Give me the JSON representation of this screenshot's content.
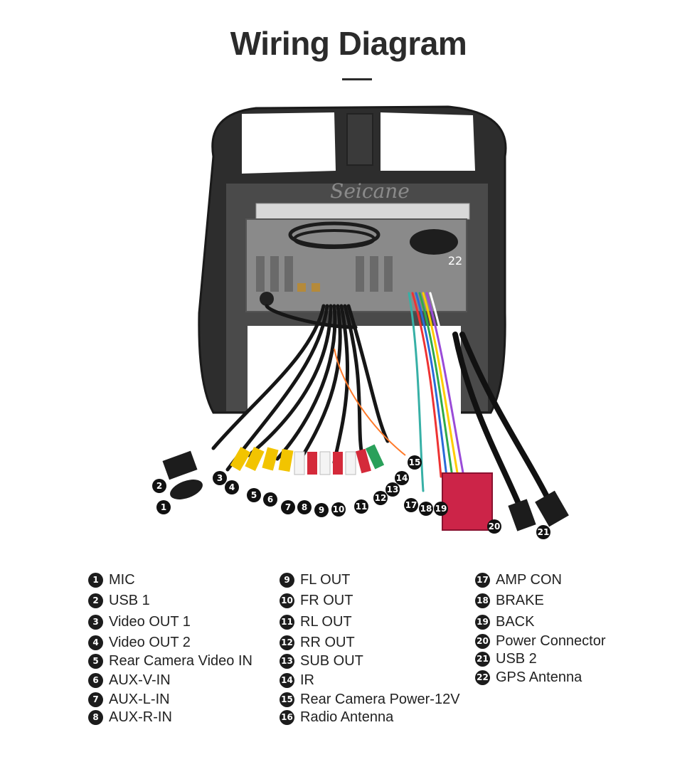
{
  "title": "Wiring Diagram",
  "watermark": "Seicane",
  "diagram_numbers": [
    "1",
    "2",
    "3",
    "4",
    "5",
    "6",
    "7",
    "8",
    "9",
    "10",
    "11",
    "12",
    "13",
    "14",
    "15",
    "17",
    "18",
    "19",
    "20",
    "21",
    "22"
  ],
  "legend": [
    [
      {
        "num": "1",
        "label": "MIC"
      },
      {
        "num": "2",
        "label": "USB 1"
      },
      {
        "num": "3",
        "label": "Video OUT 1"
      },
      {
        "num": "4",
        "label": "Video OUT 2"
      },
      {
        "num": "5",
        "label": "Rear Camera Video IN"
      },
      {
        "num": "6",
        "label": "AUX-V-IN"
      },
      {
        "num": "7",
        "label": "AUX-L-IN"
      },
      {
        "num": "8",
        "label": "AUX-R-IN"
      }
    ],
    [
      {
        "num": "9",
        "label": "FL OUT"
      },
      {
        "num": "10",
        "label": "FR OUT"
      },
      {
        "num": "11",
        "label": "RL OUT"
      },
      {
        "num": "12",
        "label": "RR OUT"
      },
      {
        "num": "13",
        "label": "SUB OUT"
      },
      {
        "num": "14",
        "label": "IR"
      },
      {
        "num": "15",
        "label": "Rear Camera Power-12V"
      },
      {
        "num": "16",
        "label": "Radio Antenna"
      }
    ],
    [
      {
        "num": "17",
        "label": "AMP CON"
      },
      {
        "num": "18",
        "label": "BRAKE"
      },
      {
        "num": "19",
        "label": "BACK"
      },
      {
        "num": "20",
        "label": "Power Connector"
      },
      {
        "num": "21",
        "label": "USB 2"
      },
      {
        "num": "22",
        "label": "GPS Antenna"
      }
    ]
  ]
}
